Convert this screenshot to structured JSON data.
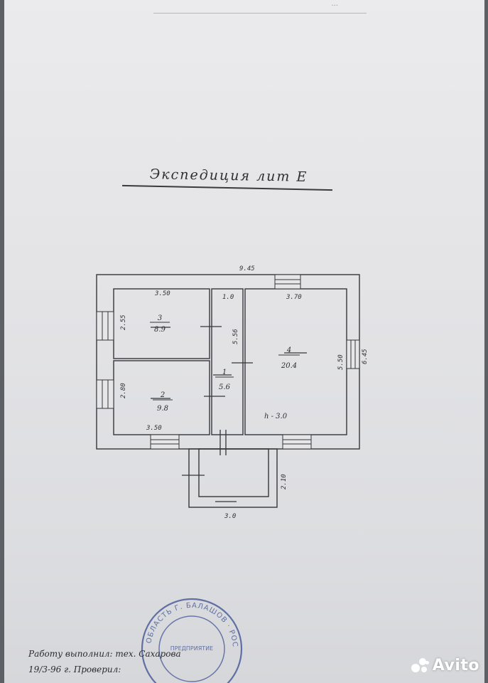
{
  "document": {
    "header_fragment": "...",
    "title": "Экспедиция лит Е"
  },
  "floor_plan": {
    "dimensions": {
      "overall_width": "9.45",
      "overall_depth": "6.45",
      "room3_width": "3.50",
      "corridor_width": "1.0",
      "room4_width": "3.70",
      "room3_depth": "2.55",
      "room2_depth": "2.80",
      "corridor_length": "5.56",
      "room4_depth": "5.50",
      "room2_width": "3.50",
      "vestibule_depth": "2.10",
      "vestibule_width": "3.0"
    },
    "rooms": [
      {
        "number": "3",
        "area": "8.9"
      },
      {
        "number": "2",
        "area": "9.8"
      },
      {
        "number": "1",
        "area": "5.6"
      },
      {
        "number": "4",
        "area": "20.4"
      }
    ],
    "room4_height_note": "h - 3.0"
  },
  "stamp_text": {
    "ring": "ОБЛАСТЬ Г. БАЛАШОВ · РОС",
    "center": "ПРЕДПРИЯТИЕ"
  },
  "signature": {
    "line1": "Работу выполнил: тех. Сахарова",
    "line2": "19/3-96 г.   Проверил:"
  },
  "watermark": {
    "brand": "Avito"
  },
  "colors": {
    "paper": "#e6e6e9",
    "ink": "#2e2e33",
    "stamp": "#4a5c9a"
  }
}
